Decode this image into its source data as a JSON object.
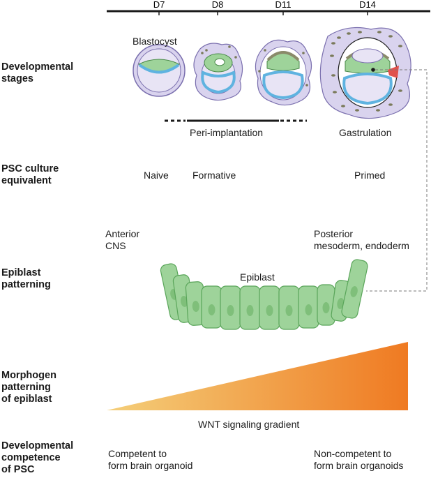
{
  "row_labels": {
    "stages": "Developmental\nstages",
    "culture": "PSC culture\nequivalent",
    "patterning": "Epiblast\npatterning",
    "morphogen": "Morphogen\npatterning\nof epiblast",
    "competence": "Developmental\ncompetence\nof PSC"
  },
  "timeline": [
    "D7",
    "D8",
    "D11",
    "D14"
  ],
  "stage_label": "Blastocyst",
  "periods": {
    "peri": "Peri-implantation",
    "gastrulation": "Gastrulation"
  },
  "culture_states": {
    "naive": "Naive",
    "formative": "Formative",
    "primed": "Primed"
  },
  "epiblast": {
    "anterior": "Anterior\nCNS",
    "posterior": "Posterior\nmesoderm, endoderm",
    "label": "Epiblast"
  },
  "gradient_label": "WNT signaling gradient",
  "competence": {
    "competent": "Competent to\nform brain organoid",
    "noncompetent": "Non-competent to\nform brain organoids"
  },
  "colors": {
    "epiblast_green": "#9ed39a",
    "epiblast_stroke": "#5aa55a",
    "hypoblast_blue": "#5fb3e0",
    "embryo_lilac": "#d9d3ee",
    "gradient_start": "#f4cf7a",
    "gradient_end": "#ef7a22",
    "mesoderm_red": "#e0524c"
  }
}
